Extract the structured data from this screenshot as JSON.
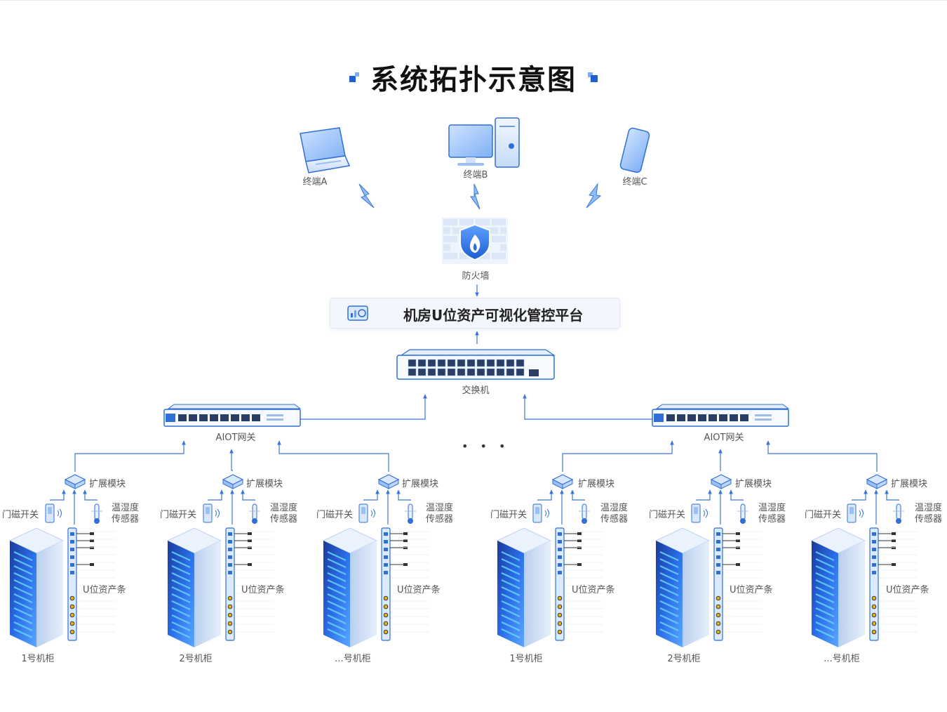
{
  "title": "系统拓扑示意图",
  "colors": {
    "accent": "#2f6fd6",
    "line": "#3a76d8",
    "title": "#111111",
    "light_blue": "#bcd6fb"
  },
  "terminals": [
    {
      "label": "终端A",
      "icon": "laptop-icon"
    },
    {
      "label": "终端B",
      "icon": "desktop-icon"
    },
    {
      "label": "终端C",
      "icon": "phone-icon"
    }
  ],
  "firewall": {
    "label": "防火墙",
    "icon": "firewall-icon"
  },
  "platform": {
    "title": "机房U位资产可视化管控平台",
    "icon": "dashboard-icon"
  },
  "switch": {
    "label": "交换机",
    "icon": "switch-icon"
  },
  "ellipsis": "• • •",
  "gateways": [
    {
      "label": "AIOT网关",
      "icon": "gateway-icon"
    },
    {
      "label": "AIOT网关",
      "icon": "gateway-icon"
    }
  ],
  "groups": [
    {
      "module": "扩展模块",
      "door": "门磁开关",
      "sensor_line1": "温湿度",
      "sensor_line2": "传感器",
      "strip": "U位资产条",
      "cabinet": "1号机柜"
    },
    {
      "module": "扩展模块",
      "door": "门磁开关",
      "sensor_line1": "温湿度",
      "sensor_line2": "传感器",
      "strip": "U位资产条",
      "cabinet": "2号机柜"
    },
    {
      "module": "扩展模块",
      "door": "门磁开关",
      "sensor_line1": "温湿度",
      "sensor_line2": "传感器",
      "strip": "U位资产条",
      "cabinet": "...号机柜"
    },
    {
      "module": "扩展模块",
      "door": "门磁开关",
      "sensor_line1": "温湿度",
      "sensor_line2": "传感器",
      "strip": "U位资产条",
      "cabinet": "1号机柜"
    },
    {
      "module": "扩展模块",
      "door": "门磁开关",
      "sensor_line1": "温湿度",
      "sensor_line2": "传感器",
      "strip": "U位资产条",
      "cabinet": "2号机柜"
    },
    {
      "module": "扩展模块",
      "door": "门磁开关",
      "sensor_line1": "温湿度",
      "sensor_line2": "传感器",
      "strip": "U位资产条",
      "cabinet": "...号机柜"
    }
  ]
}
